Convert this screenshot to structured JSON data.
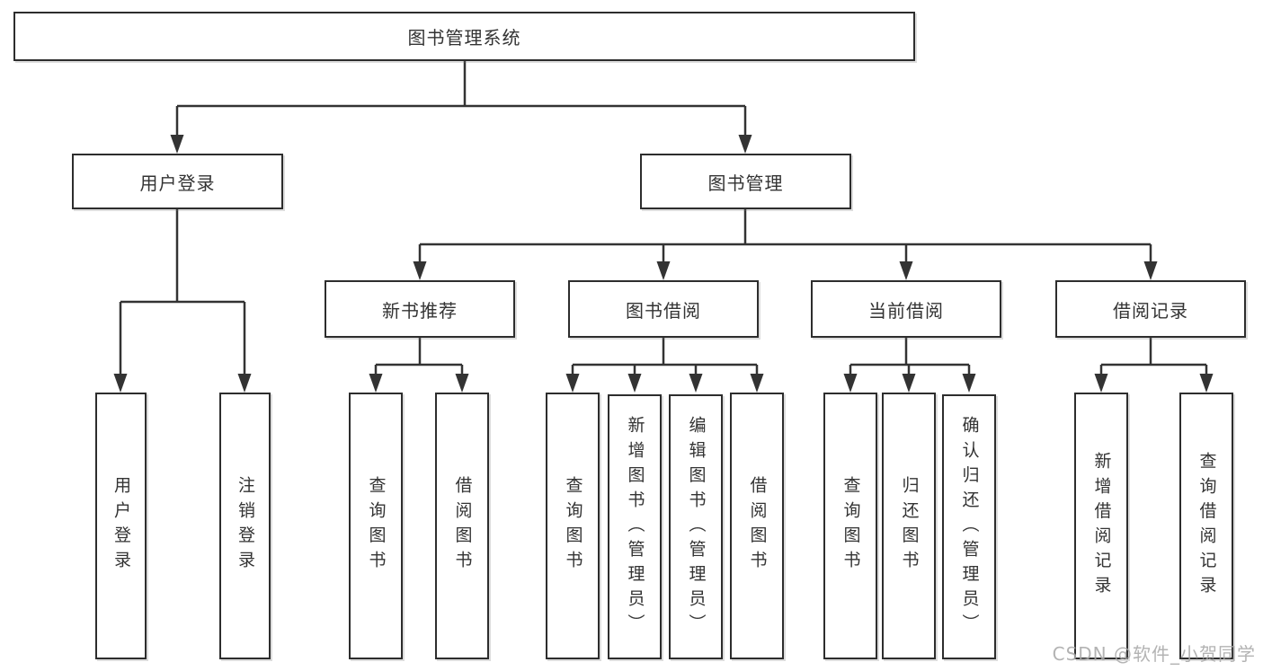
{
  "diagram": {
    "type": "hierarchy-tree",
    "title": "图书管理系统",
    "colors": {
      "line": "#333333",
      "box_border": "#2d2d2d",
      "box_fill": "#ffffff",
      "text": "#333333",
      "watermark": "#a8a8a8",
      "background": "#ffffff"
    },
    "tree": {
      "root": "图书管理系统",
      "children": [
        {
          "label": "用户登录",
          "children": [
            {
              "label": "用户登录"
            },
            {
              "label": "注销登录"
            }
          ]
        },
        {
          "label": "图书管理",
          "children": [
            {
              "label": "新书推荐",
              "children": [
                {
                  "label": "查询图书"
                },
                {
                  "label": "借阅图书"
                }
              ]
            },
            {
              "label": "图书借阅",
              "children": [
                {
                  "label": "查询图书"
                },
                {
                  "label": "新增图书（管理员）"
                },
                {
                  "label": "编辑图书（管理员）"
                },
                {
                  "label": "借阅图书"
                }
              ]
            },
            {
              "label": "当前借阅",
              "children": [
                {
                  "label": "查询图书"
                },
                {
                  "label": "归还图书"
                },
                {
                  "label": "确认归还（管理员）"
                }
              ]
            },
            {
              "label": "借阅记录",
              "children": [
                {
                  "label": "新增借阅记录"
                },
                {
                  "label": "查询借阅记录"
                }
              ]
            }
          ]
        }
      ]
    },
    "watermark": {
      "text": "CSDN @软件_小贺同学"
    }
  }
}
